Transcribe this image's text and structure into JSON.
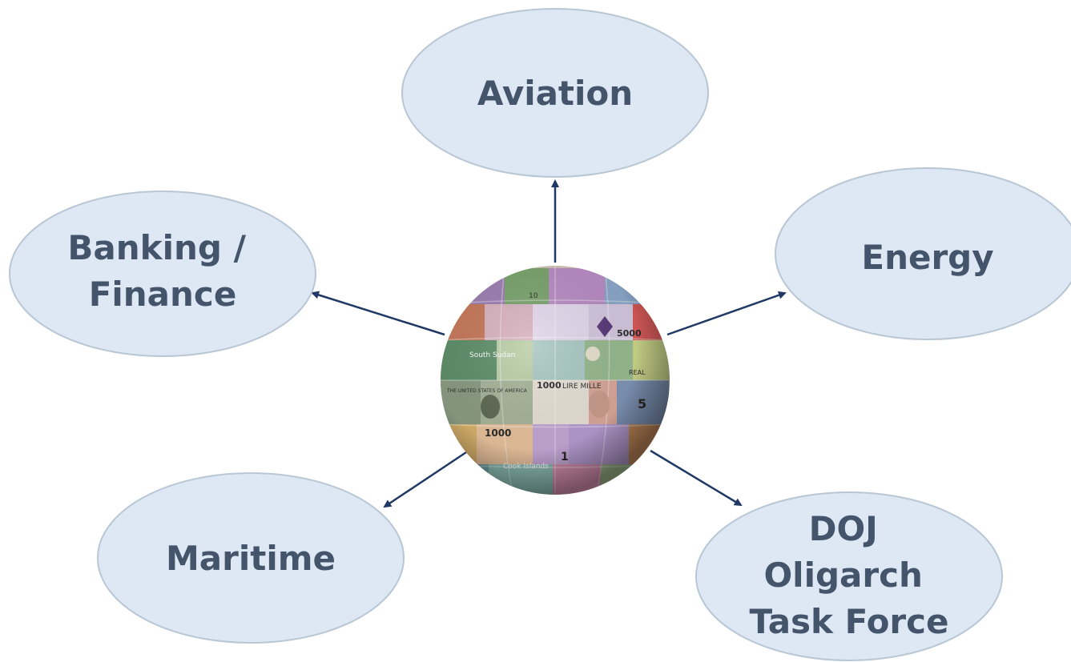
{
  "diagram": {
    "center": {
      "icon": "globe-of-banknotes",
      "banknote_texts": [
        "South Sudan",
        "LIRE MILLE",
        "1000",
        "5000",
        "5",
        "10",
        "1",
        "REAL",
        "Cook Islands",
        "THE UNITED STATES OF AMERICA"
      ]
    },
    "nodes": {
      "aviation": {
        "lines": [
          "Aviation"
        ]
      },
      "energy": {
        "lines": [
          "Energy"
        ]
      },
      "banking": {
        "lines": [
          "Banking /",
          "Finance"
        ]
      },
      "maritime": {
        "lines": [
          "Maritime"
        ]
      },
      "doj": {
        "lines": [
          "DOJ",
          "Oligarch",
          "Task Force"
        ]
      }
    },
    "colors": {
      "node_fill": "#dde8f4",
      "node_stroke": "#b9c6d4",
      "text": "#44546a",
      "arrow": "#1f3864"
    }
  }
}
